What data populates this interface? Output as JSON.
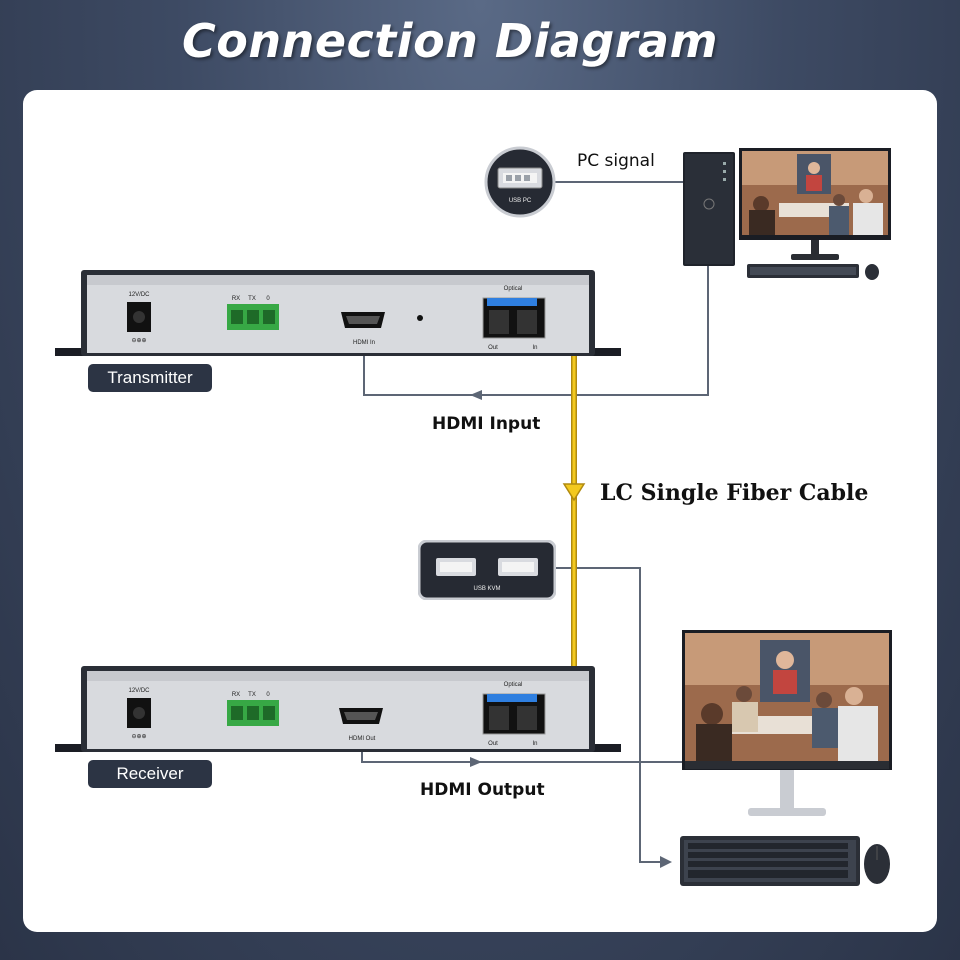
{
  "title": "Connection Diagram",
  "labels": {
    "pc_signal": "PC signal",
    "transmitter": "Transmitter",
    "receiver": "Receiver",
    "hdmi_input": "HDMI Input",
    "hdmi_output": "HDMI Output",
    "fiber_cable": "LC Single Fiber Cable"
  },
  "device_text": {
    "power": "12V/DC",
    "rx": "RX",
    "tx": "TX",
    "zero": "0",
    "hdmi_in": "HDMI In",
    "hdmi_out": "HDMI Out",
    "optical": "Optical",
    "out": "Out",
    "in": "In",
    "usb_pc": "USB PC",
    "usb_kvm": "USB KVM"
  },
  "colors": {
    "fiber": "#f0c419",
    "cable": "#5d6675",
    "label_bg": "#2c3444",
    "device_body": "#d8dade",
    "terminal_green": "#37a845",
    "sfp_blue": "#2f7fe0"
  }
}
